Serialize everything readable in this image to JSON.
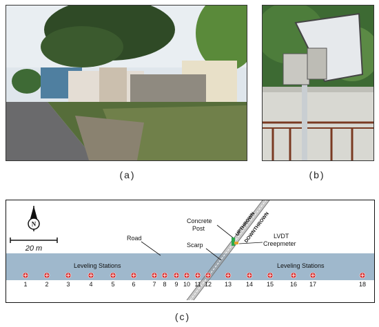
{
  "panels": {
    "a_label": "(a)",
    "b_label": "(b)",
    "c_label": "(c)"
  },
  "map": {
    "north_symbol": "N",
    "scale_label": "20 m",
    "road_label": "Road",
    "concrete_post_label_line1": "Concrete",
    "concrete_post_label_line2": "Post",
    "scarp_label": "Scarp",
    "lvdt_label_line1": "LVDT",
    "lvdt_label_line2": "Creepmeter",
    "upthrown_label": "UPTHROWN",
    "downthrown_label": "DOWNTHROWN",
    "leveling_left_label": "Leveling Stations",
    "leveling_right_label": "Leveling Stations",
    "colors": {
      "road": "#9fb8cc",
      "station_marker": "#d11f1f",
      "fault_trace": "#9a9a9a",
      "creepmeter": "#2aa84a"
    },
    "stations": [
      "1",
      "2",
      "3",
      "4",
      "5",
      "6",
      "7",
      "8",
      "9",
      "10",
      "11",
      "12",
      "13",
      "14",
      "15",
      "16",
      "17",
      "18"
    ]
  }
}
